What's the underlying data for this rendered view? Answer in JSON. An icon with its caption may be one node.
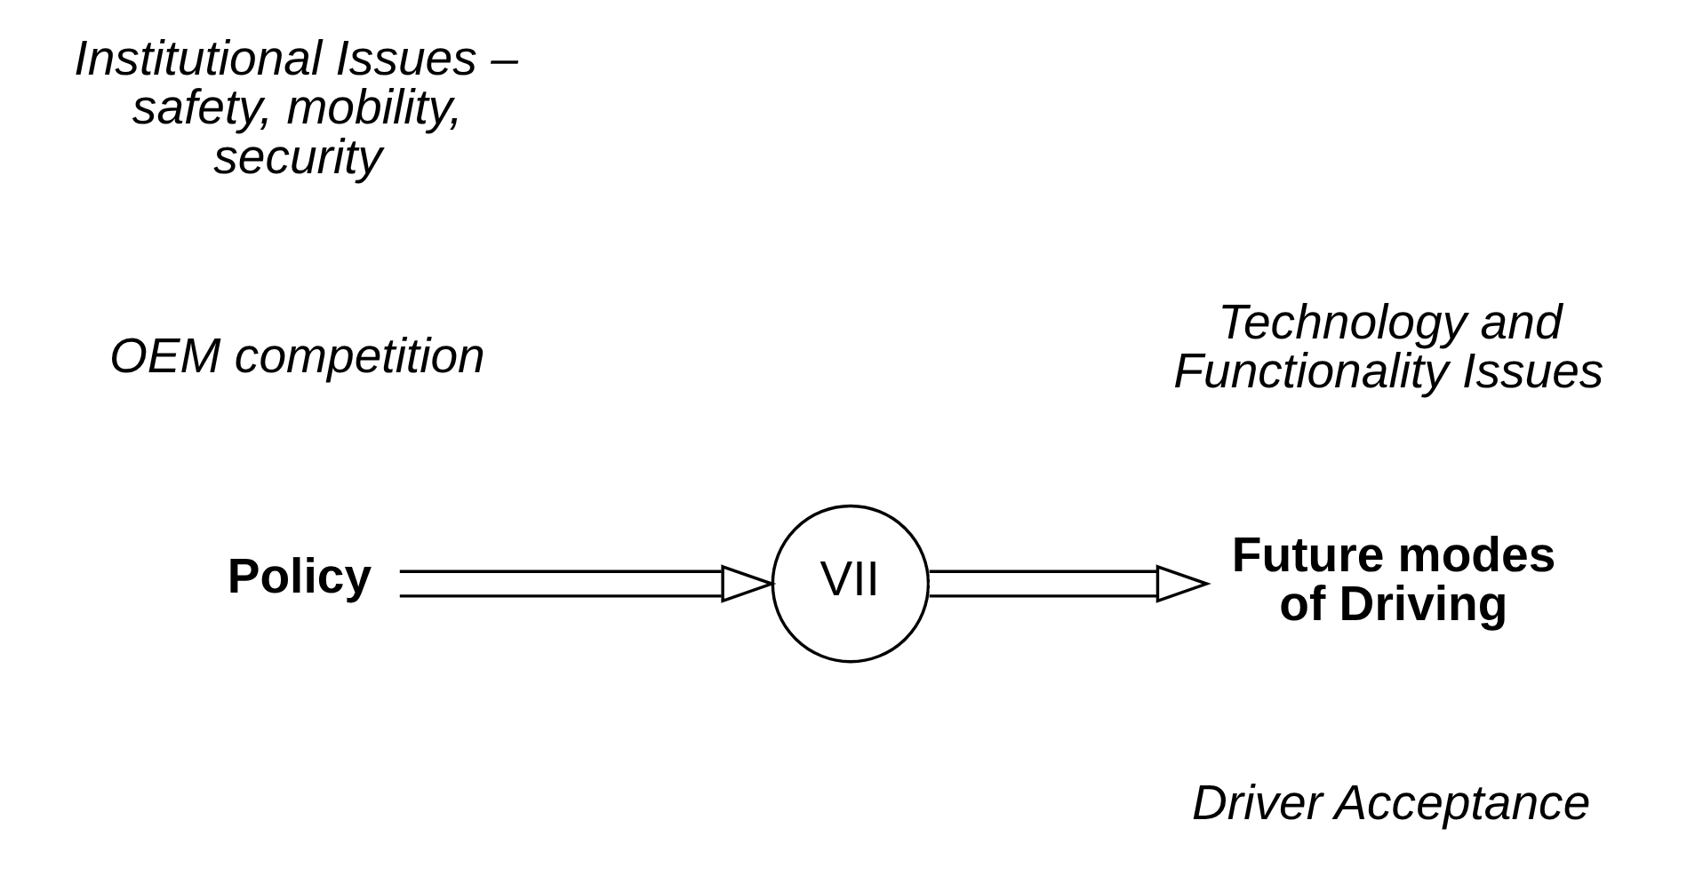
{
  "diagram": {
    "nodes": [
      {
        "text": [
          "Policy"
        ]
      },
      {
        "text": [
          "VII"
        ]
      },
      {
        "text": [
          "Future modes of Driving"
        ]
      }
    ],
    "edges": [
      {
        "from": 0,
        "to": 1,
        "arrow": "to"
      },
      {
        "from": 1,
        "to": 2,
        "arrow": "to"
      }
    ],
    "labels": [
      "Institutional Issues – safety, mobility, security",
      "Technology and Functionality Issues",
      "OEM competition",
      "Driver Acceptance"
    ]
  }
}
